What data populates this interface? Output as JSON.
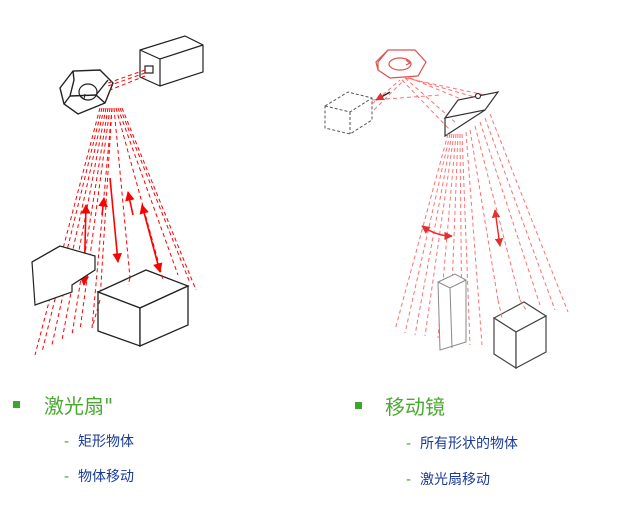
{
  "colors": {
    "beam": "#ff0000",
    "beam_light": "#ff7070",
    "outline": "#222222",
    "outline_light": "#999999",
    "bullet": "#3aa62e",
    "heading": "#4aa832",
    "sub": "#1a3a9a"
  },
  "left": {
    "heading": "激光扇\"",
    "items": [
      "矩形物体",
      "物体移动"
    ]
  },
  "right": {
    "heading": "移动镜",
    "items": [
      "所有形状的物体",
      "激光扇移动"
    ]
  },
  "dash_glyph": "-"
}
